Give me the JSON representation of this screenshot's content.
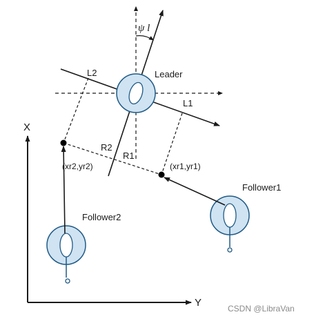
{
  "diagram": {
    "axes": {
      "x_label": "X",
      "y_label": "Y"
    },
    "leader": {
      "label": "Leader",
      "heading_label": "ψ l"
    },
    "lines": {
      "l1": "L1",
      "l2": "L2",
      "r1": "R1",
      "r2": "R2"
    },
    "followers": {
      "f1": {
        "label": "Follower1",
        "target_label": "(xr1,yr1)"
      },
      "f2": {
        "label": "Follower2",
        "target_label": "(xr2,yr2)"
      }
    },
    "colors": {
      "robot_fill": "#cfe3f2",
      "robot_stroke": "#1f5a86",
      "line": "#1a1a1a"
    }
  },
  "watermark": "CSDN @LibraVan"
}
